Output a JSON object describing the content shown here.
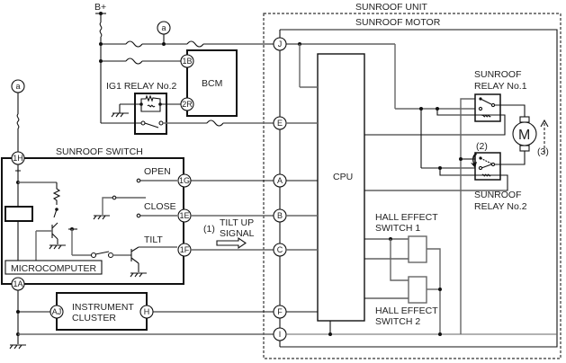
{
  "title": "Sunroof system wiring diagram",
  "labels": {
    "power": "B+",
    "sunroof_unit": "SUNROOF UNIT",
    "sunroof_motor": "SUNROOF MOTOR",
    "bcm": "BCM",
    "ig1_relay": "IG1 RELAY No.2",
    "relay1_line1": "SUNROOF",
    "relay1_line2": "RELAY No.1",
    "relay2_line1": "SUNROOF",
    "relay2_line2": "RELAY No.2",
    "sunroof_switch": "SUNROOF SWITCH",
    "open": "OPEN",
    "close": "CLOSE",
    "tilt": "TILT",
    "microcomputer": "MICROCOMPUTER",
    "cpu": "CPU",
    "hall1_line1": "HALL EFFECT",
    "hall1_line2": "SWITCH 1",
    "hall2_line1": "HALL EFFECT",
    "hall2_line2": "SWITCH 2",
    "instrument_line1": "INSTRUMENT",
    "instrument_line2": "CLUSTER",
    "tilt_signal_num": "(1)",
    "tilt_signal_line1": "TILT UP",
    "tilt_signal_line2": "SIGNAL",
    "callout_2": "(2)",
    "callout_3": "(3)",
    "motor": "M",
    "ref_a_top": "a",
    "ref_a_left": "a"
  },
  "connectors": {
    "J": "J",
    "E": "E",
    "A": "A",
    "B": "B",
    "C": "C",
    "F": "F",
    "I": "I",
    "1B": "1B",
    "2R": "2R",
    "1H": "1H",
    "1G": "1G",
    "1E": "1E",
    "1F": "1F",
    "1A": "1A",
    "AJ": "AJ",
    "H": "H"
  }
}
